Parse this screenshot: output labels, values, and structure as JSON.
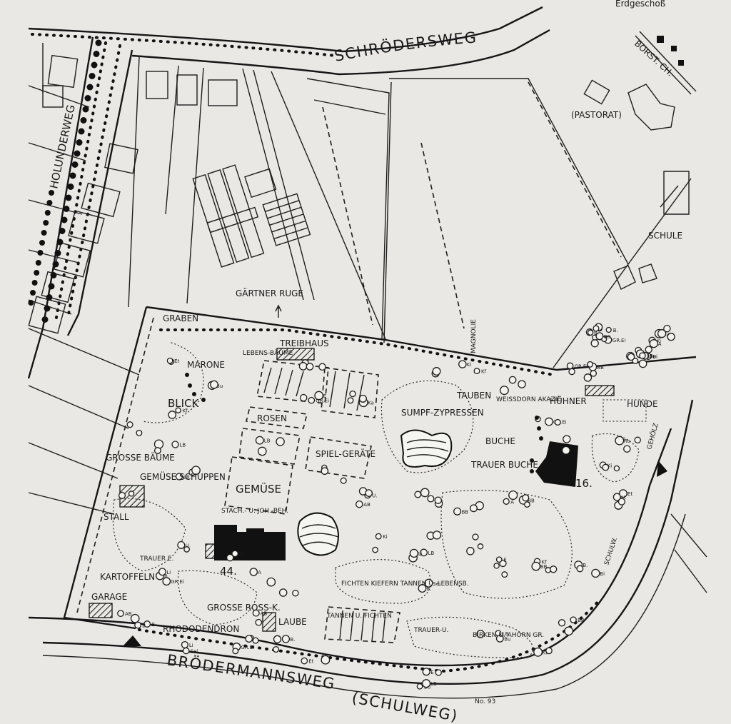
{
  "header_text": "Erdgeschoß",
  "streets": {
    "north": "SCHRÖDERSWEG",
    "west": "HOLUNDERWEG",
    "northeast": "BORST. CH.",
    "south": "BRÖDERMANNSWEG",
    "south_alt": "(SCHULWEG)",
    "east": "SCHULW."
  },
  "places": {
    "pastorat": "(PASTORAT)",
    "schule": "SCHULE",
    "gaertner": "GÄRTNER RUGE",
    "graben": "GRABEN",
    "treibhaus": "TREIBHAUS",
    "lebensbaeume": "LEBENS-BÄUME",
    "grosse_baeume": "GROSSE BÄUME",
    "magnolie": "MAGNOLIE",
    "marone": "MARONE",
    "blick": "BLICK",
    "rosen": "ROSEN",
    "spielgeraete": "SPIEL-GERÄTE",
    "gemuese": "GEMÜSE",
    "gemuese_schuppen": "GEMÜSE SCHUPPEN",
    "stall": "STALL",
    "stachelbeeren": "STACH.- U. JOH.-BEH.",
    "sumpfzypressen": "SUMPF-ZYPRESSEN",
    "tauben": "TAUBEN",
    "buche": "BUCHE",
    "trauerbuche": "TRAUER BUCHE",
    "huehner": "HÜHNER",
    "hunde": "HUNDE",
    "gehoelz": "GEHÖLZ",
    "kartoffeln": "KARTOFFELN",
    "trauer_e": "TRAUER E.",
    "garage": "GARAGE",
    "rhododendron": "RHODODENDRON",
    "grosse_rossk": "GROSSE ROSS-K.",
    "laube": "LAUBE",
    "fichten": "FICHTEN KIEFERN TANNEN U. LEBENSB.",
    "tannen_fichten": "TANNEN U. FICHTEN",
    "trauer_u": "TRAUER-U.",
    "birken": "BIRKEN U. AHORN GR.",
    "weissdorn": "WEISSDORN AKAZIE"
  },
  "house_numbers": {
    "h44": "44.",
    "h16": "16."
  },
  "note": "No. 93",
  "tree_codes": [
    "GR.Ei",
    "Bu",
    "U.",
    "A",
    "Bi",
    "AB",
    "BB",
    "E",
    "Kf",
    "Li",
    "Et",
    "LB",
    "Sei",
    "Ki",
    "Ka",
    "Ro",
    "B."
  ]
}
